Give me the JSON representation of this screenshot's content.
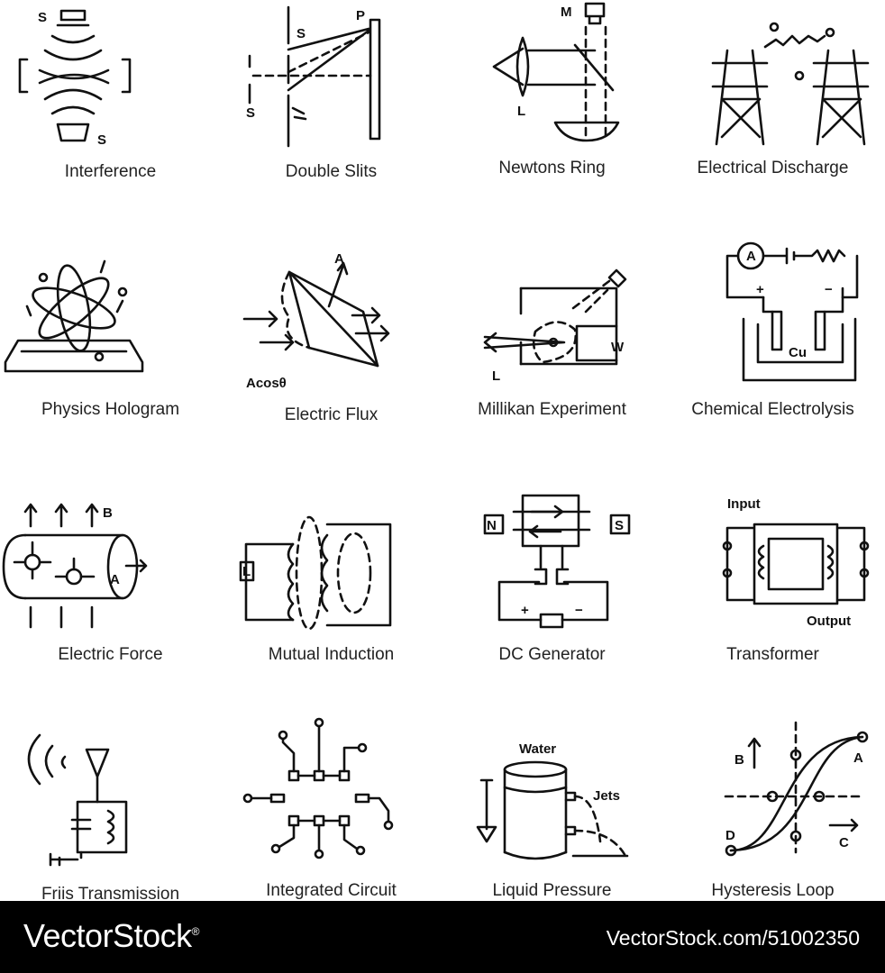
{
  "icons": [
    {
      "label": "Interference",
      "icon": "interference-icon"
    },
    {
      "label": "Double Slits",
      "icon": "double-slits-icon"
    },
    {
      "label": "Newtons Ring",
      "icon": "newtons-ring-icon"
    },
    {
      "label": "Electrical Discharge",
      "icon": "electrical-discharge-icon"
    },
    {
      "label": "Physics Hologram",
      "icon": "physics-hologram-icon"
    },
    {
      "label": "Electric Flux",
      "icon": "electric-flux-icon"
    },
    {
      "label": "Millikan Experiment",
      "icon": "millikan-experiment-icon"
    },
    {
      "label": "Chemical Electrolysis",
      "icon": "chemical-electrolysis-icon"
    },
    {
      "label": "Electric Force",
      "icon": "electric-force-icon"
    },
    {
      "label": "Mutual Induction",
      "icon": "mutual-induction-icon"
    },
    {
      "label": "DC Generator",
      "icon": "dc-generator-icon"
    },
    {
      "label": "Transformer",
      "icon": "transformer-icon"
    },
    {
      "label": "Friis Transmission",
      "icon": "friis-transmission-icon"
    },
    {
      "label": "Integrated Circuit",
      "icon": "integrated-circuit-icon"
    },
    {
      "label": "Liquid Pressure",
      "icon": "liquid-pressure-icon"
    },
    {
      "label": "Hysteresis Loop",
      "icon": "hysteresis-loop-icon"
    }
  ],
  "glyphs": {
    "s": "S",
    "p": "P",
    "m": "M",
    "l": "L",
    "w": "W",
    "a": "A",
    "b": "B",
    "c": "C",
    "d": "D",
    "n": "N",
    "cu": "Cu",
    "acos": "Acosθ",
    "plus": "+",
    "minus": "−",
    "input": "Input",
    "output": "Output",
    "water": "Water",
    "jets": "Jets",
    "ind": "L"
  },
  "footer": {
    "brand": "VectorStock",
    "registered": "®",
    "stock_id": "VectorStock.com/51002350"
  }
}
